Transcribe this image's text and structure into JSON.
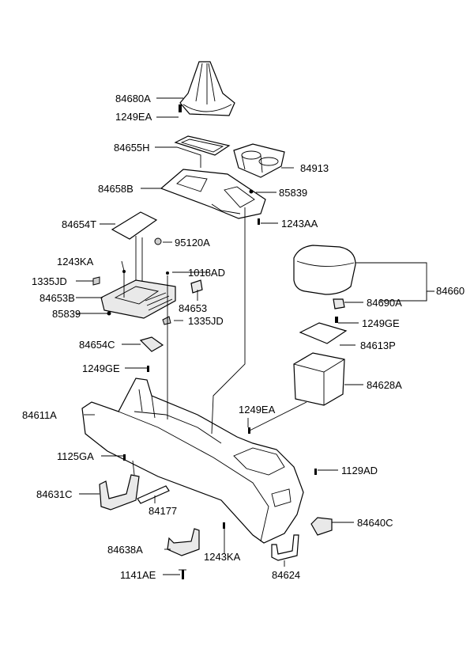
{
  "diagram": {
    "part_labels": [
      "84680A",
      "1249EA",
      "84655H",
      "84913",
      "84658B",
      "85839",
      "1243AA",
      "84654T",
      "95120A",
      "1243KA",
      "1018AD",
      "1335JD",
      "84653B",
      "84653",
      "85839",
      "1335JD",
      "84654C",
      "84660",
      "84690A",
      "1249GE",
      "84613P",
      "1249GE",
      "84628A",
      "84611A",
      "1249EA",
      "1125GA",
      "1129AD",
      "84631C",
      "84177",
      "84640C",
      "84638A",
      "1243KA",
      "84624",
      "1141AE"
    ]
  }
}
